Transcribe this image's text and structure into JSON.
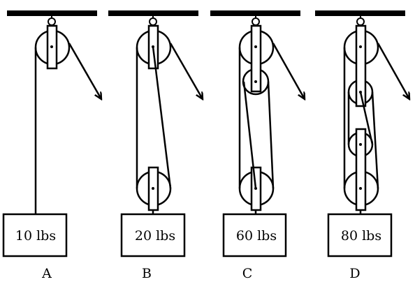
{
  "systems": [
    {
      "letter": "A",
      "weight": "10 lbs"
    },
    {
      "letter": "B",
      "weight": "20 lbs"
    },
    {
      "letter": "C",
      "weight": "60 lbs"
    },
    {
      "letter": "D",
      "weight": "80 lbs"
    }
  ]
}
